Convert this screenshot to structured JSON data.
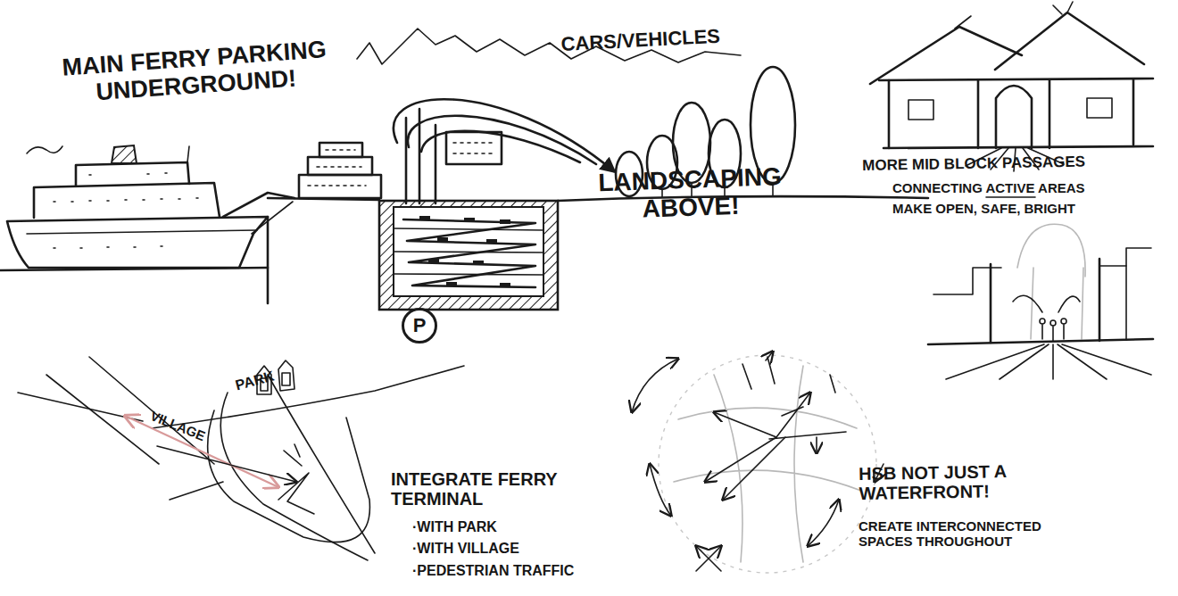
{
  "diagram": {
    "nodes": [
      {
        "text": [
          "P"
        ]
      }
    ],
    "labels": [
      "MAIN FERRY PARKING UNDERGROUND!",
      "CARS/VEHICLES",
      "LANDSCAPING ABOVE!",
      "MORE MID BLOCK PASSAGES",
      "CONNECTING ACTIVE AREAS",
      "MAKE OPEN, SAFE, BRIGHT",
      "PARK",
      "VILLAGE",
      "INTEGRATE FERRY TERMINAL",
      "·WITH PARK",
      "·WITH VILLAGE",
      "·PEDESTRIAN TRAFFIC",
      "HSB NOT JUST A WATERFRONT!",
      "CREATE INTERCONNECTED SPACES THROUGHOUT"
    ]
  }
}
